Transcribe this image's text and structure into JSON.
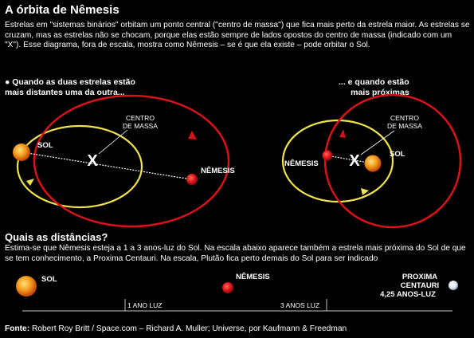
{
  "title": "A órbita de Nêmesis",
  "intro": "Estrelas em \"sistemas binários\" orbitam um ponto central (\"centro de massa\") que fica mais perto da estrela maior. As estrelas se cruzam, mas as estrelas não se chocam, porque elas estão sempre de lados opostos do centro de massa (indicado com um \"X\"). Esse diagrama, fora de escala, mostra como Nêmesis – se é que ela existe – pode orbitar o Sol.",
  "caption_left": {
    "line1": "● Quando as duas estrelas estão",
    "line2": "mais distantes uma da outra..."
  },
  "caption_right": {
    "line1": "... e quando estão",
    "line2": "mais próximas"
  },
  "diagram_left": {
    "sun_label": "SOL",
    "nemesis_label": "NÊMESIS",
    "center_line1": "CENTRO",
    "center_line2": "DE MASSA",
    "center_mark": "X"
  },
  "diagram_right": {
    "sun_label": "SOL",
    "nemesis_label": "NÊMESIS",
    "center_line1": "CENTRO",
    "center_line2": "DE MASSA",
    "center_mark": "X"
  },
  "distances": {
    "title": "Quais as distâncias?",
    "text": "Estima-se que Nêmesis esteja a 1 a 3 anos-luz do Sol. Na escala abaixo aparece também a estrela mais próxima do Sol de que se tem conhecimento, a Proxima Centauri. Na escala, Plutão fica perto demais do Sol para ser indicado",
    "sun_label": "SOL",
    "nemesis_label": "NÊMESIS",
    "proxima_line1": "PROXIMA",
    "proxima_line2": "CENTAURI",
    "proxima_line3": "4,25 ANOS-LUZ",
    "tick1_label": "1 ANO LUZ",
    "tick3_label": "3 ANOS LUZ"
  },
  "source": {
    "label": "Fonte:",
    "text": " Robert Roy Britt / Space.com – Richard A. Muller; Universe, por Kaufmann & Freedman"
  },
  "colors": {
    "background": "#000000",
    "sun_orbit": "#f2e34a",
    "nemesis_orbit": "#d8121b",
    "sun": "#f07a10",
    "nemesis": "#e0141a"
  }
}
